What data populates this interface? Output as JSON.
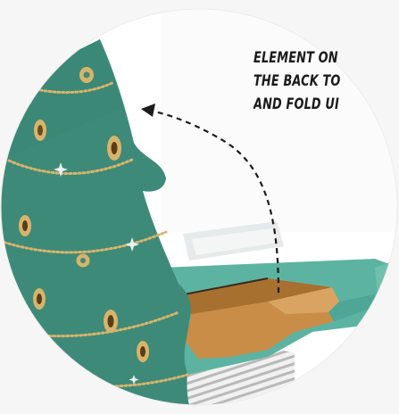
{
  "caption": {
    "lines": [
      "ELEMENT ON",
      "THE BACK TO",
      "AND FOLD UI"
    ]
  },
  "colors": {
    "tree_green": "#3e8a78",
    "card_green": "#58ae9c",
    "cardboard": "#c98d48",
    "gold": "#d7b46b",
    "arrow": "#1c1c1c"
  },
  "icons": [
    "dashed-curved-arrow-icon",
    "christmas-tree-illustration"
  ]
}
